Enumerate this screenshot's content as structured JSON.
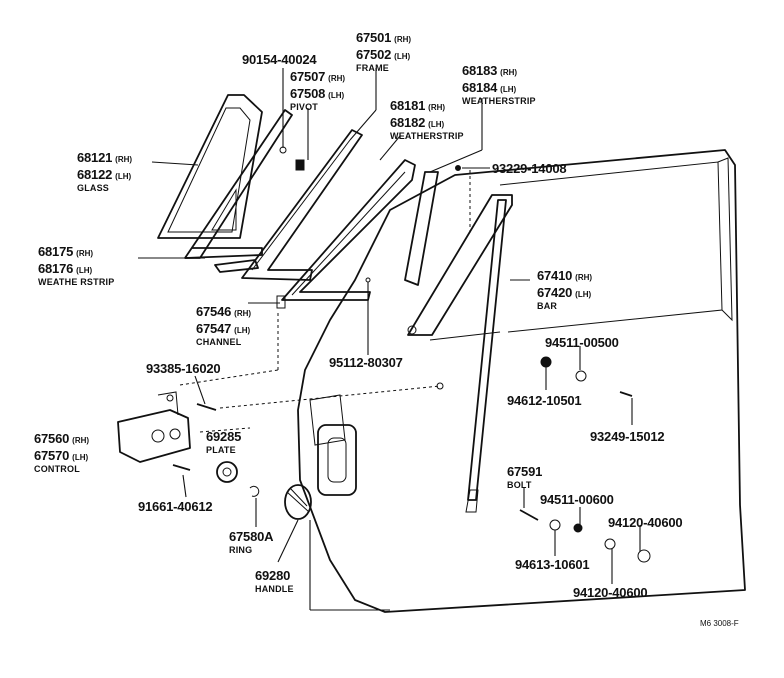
{
  "labels": {
    "l_90154": {
      "pn": "90154-40024"
    },
    "l_67501": {
      "pn": "67501",
      "side": "(RH)",
      "pn2": "67502",
      "side2": "(LH)",
      "name": "FRAME"
    },
    "l_67507": {
      "pn": "67507",
      "side": "(RH)",
      "pn2": "67508",
      "side2": "(LH)",
      "name": "PIVOT"
    },
    "l_68183": {
      "pn": "68183",
      "side": "(RH)",
      "pn2": "68184",
      "side2": "(LH)",
      "name": "WEATHERSTRIP"
    },
    "l_68181": {
      "pn": "68181",
      "side": "(RH)",
      "pn2": "68182",
      "side2": "(LH)",
      "name": "WEATHERSTRIP"
    },
    "l_68121": {
      "pn": "68121",
      "side": "(RH)",
      "pn2": "68122",
      "side2": "(LH)",
      "name": "GLASS"
    },
    "l_93229": {
      "pn": "93229-14008"
    },
    "l_68175": {
      "pn": "68175",
      "side": "(RH)",
      "pn2": "68176",
      "side2": "(LH)",
      "name": "WEATHE RSTRIP"
    },
    "l_67410": {
      "pn": "67410",
      "side": "(RH)",
      "pn2": "67420",
      "side2": "(LH)",
      "name": "BAR"
    },
    "l_67546": {
      "pn": "67546",
      "side": "(RH)",
      "pn2": "67547",
      "side2": "(LH)",
      "name": "CHANNEL"
    },
    "l_94511a": {
      "pn": "94511-00500"
    },
    "l_93385": {
      "pn": "93385-16020"
    },
    "l_95112": {
      "pn": "95112-80307"
    },
    "l_94612": {
      "pn": "94612-10501"
    },
    "l_93249": {
      "pn": "93249-15012"
    },
    "l_67560": {
      "pn": "67560",
      "side": "(RH)",
      "pn2": "67570",
      "side2": "(LH)",
      "name": "CONTROL"
    },
    "l_69285": {
      "pn": "69285",
      "name": "PLATE"
    },
    "l_67591": {
      "pn": "67591",
      "name": "BOLT"
    },
    "l_94511b": {
      "pn": "94511-00600"
    },
    "l_91661": {
      "pn": "91661-40612"
    },
    "l_94120a": {
      "pn": "94120-40600"
    },
    "l_67580a": {
      "pn": "67580A",
      "name": "RING"
    },
    "l_94613": {
      "pn": "94613-10601"
    },
    "l_69280": {
      "pn": "69280",
      "name": "HANDLE"
    },
    "l_94120b": {
      "pn": "94120-40600"
    },
    "l_code": {
      "code": "M6 3008-F"
    }
  }
}
